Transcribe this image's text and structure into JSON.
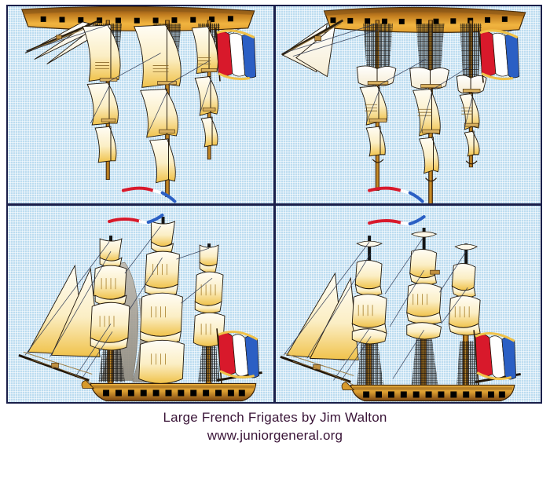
{
  "caption": {
    "line1": "Large French Frigates by Jim Walton",
    "line2": "www.juniorgeneral.org",
    "text_color": "#3a1538"
  },
  "plate": {
    "border_color": "#1a1f4a",
    "divider_color": "#1a1f4a",
    "background_color": "#bcdcf0"
  },
  "palette": {
    "sea_sky": "#bcdcf0",
    "sail_light": "#fdf8ec",
    "sail_gold": "#f0c24a",
    "sail_shadow": "#a39b8c",
    "hull_dark": "#7a4510",
    "hull_gold": "#e8a93c",
    "mast_brown": "#8a5a18",
    "rigging_black": "#151515",
    "flag_red": "#d8192b",
    "flag_white": "#ffffff",
    "flag_blue": "#2b5fc4",
    "flag_fringe": "#f0c24a",
    "gunport_black": "#000000"
  },
  "panels": [
    {
      "id": "top-left",
      "name": "overhead-view-full-sail",
      "view": "overhead",
      "orientation": "masts-down",
      "sail_state": "full sail",
      "masts": 3,
      "gun_ports": 11,
      "jib_sails": 3,
      "has_stern_flag": true,
      "has_masthead_pennant": true,
      "flag_type": "french-tricolour"
    },
    {
      "id": "top-right",
      "name": "overhead-view-reduced-sail",
      "view": "overhead",
      "orientation": "masts-down",
      "sail_state": "reduced sail",
      "masts": 3,
      "gun_ports": 11,
      "jib_sails": 2,
      "has_stern_flag": true,
      "has_masthead_pennant": true,
      "flag_type": "french-tricolour"
    },
    {
      "id": "bottom-left",
      "name": "side-view-full-sail",
      "view": "side",
      "orientation": "masts-up",
      "sail_state": "full sail",
      "masts": 3,
      "gun_ports": 12,
      "jib_sails": 2,
      "has_stern_flag": true,
      "has_masthead_pennant": true,
      "flag_type": "french-tricolour"
    },
    {
      "id": "bottom-right",
      "name": "side-view-reduced-sail",
      "view": "side",
      "orientation": "masts-up",
      "sail_state": "reduced sail",
      "masts": 3,
      "gun_ports": 12,
      "jib_sails": 2,
      "has_stern_flag": true,
      "has_masthead_pennant": true,
      "flag_type": "french-tricolour"
    }
  ]
}
